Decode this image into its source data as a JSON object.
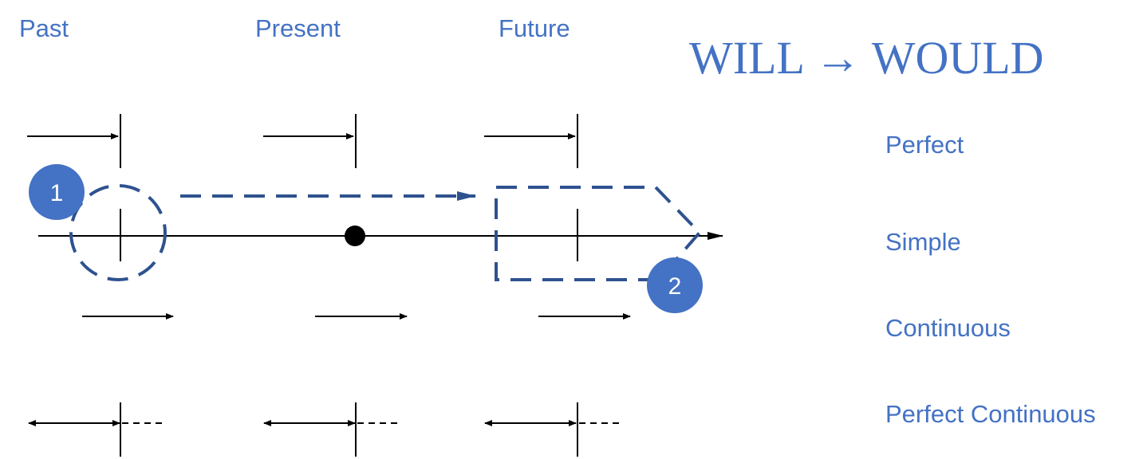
{
  "headers": {
    "past": "Past",
    "present": "Present",
    "future": "Future"
  },
  "title": "WILL → WOULD",
  "aspects": {
    "perfect": "Perfect",
    "simple": "Simple",
    "continuous": "Continuous",
    "perfect_continuous": "Perfect Continuous"
  },
  "badges": {
    "one": "1",
    "two": "2"
  },
  "colors": {
    "text_blue": "#4472c4",
    "dash_blue": "#2f528f",
    "badge_blue": "#4472c4",
    "line": "#000000"
  }
}
